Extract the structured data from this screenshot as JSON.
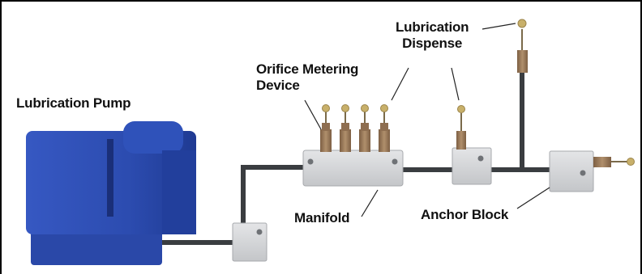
{
  "labels": {
    "lubrication_pump": "Lubrication Pump",
    "orifice_metering_device": "Orifice Metering\nDevice",
    "lubrication_dispense": "Lubrication\nDispense",
    "manifold": "Manifold",
    "anchor_block": "Anchor Block"
  },
  "colors": {
    "pump_blue": "#2d4fb5",
    "pump_dark": "#1c3488",
    "block_gray": "#cfd1d4",
    "pipe": "#3a3d40",
    "fitting_bronze": "#9b7b5a",
    "nozzle_gold": "#c8b06a"
  }
}
